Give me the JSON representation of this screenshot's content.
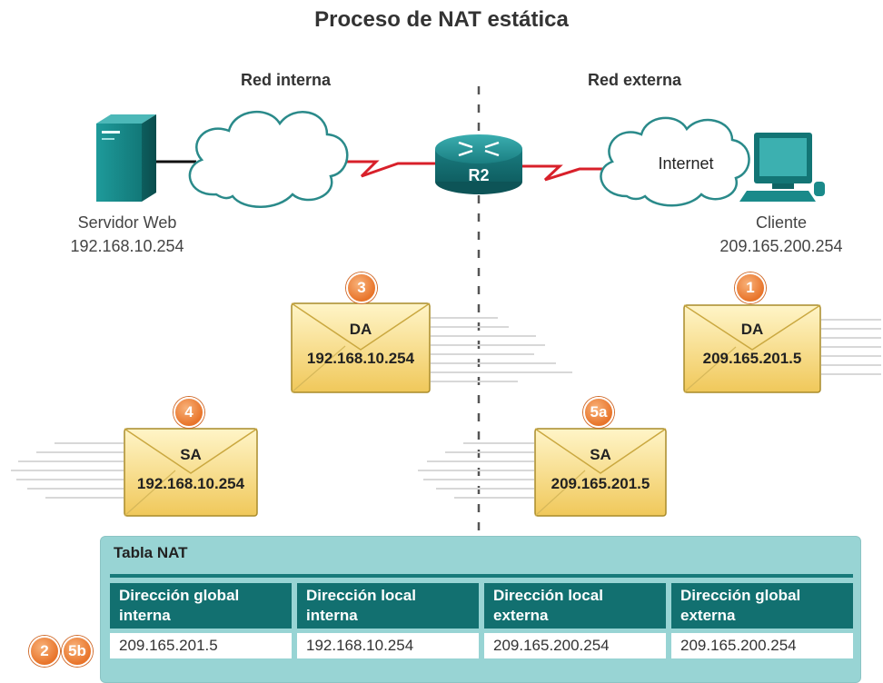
{
  "diagram": {
    "title": "Proceso de NAT estática",
    "zones": {
      "internal": "Red interna",
      "external": "Red externa"
    },
    "router_label": "R2",
    "cloud_label": "Internet",
    "server": {
      "name": "Servidor Web",
      "ip": "192.168.10.254"
    },
    "client": {
      "name": "Cliente",
      "ip": "209.165.200.254"
    },
    "packets": [
      {
        "step": "3",
        "field": "DA",
        "address": "192.168.10.254"
      },
      {
        "step": "1",
        "field": "DA",
        "address": "209.165.201.5"
      },
      {
        "step": "4",
        "field": "SA",
        "address": "192.168.10.254"
      },
      {
        "step": "5a",
        "field": "SA",
        "address": "209.165.201.5"
      }
    ],
    "side_steps": [
      "2",
      "5b"
    ]
  },
  "nat_table": {
    "title": "Tabla NAT",
    "headers": [
      [
        "Dirección global",
        "interna"
      ],
      [
        "Dirección local",
        "interna"
      ],
      [
        "Dirección local",
        "externa"
      ],
      [
        "Dirección global",
        "externa"
      ]
    ],
    "row": [
      "209.165.201.5",
      "192.168.10.254",
      "209.165.200.254",
      "209.165.200.254"
    ]
  },
  "colors": {
    "teal_dark": "#127070",
    "teal_light": "#98d4d4",
    "badge_orange": "#e8742a",
    "envelope_yellow": "#f5d66a",
    "serial_link": "#d8202a"
  },
  "icons": [
    "server-icon",
    "cloud-icon",
    "router-icon",
    "pc-icon",
    "envelope-icon"
  ]
}
